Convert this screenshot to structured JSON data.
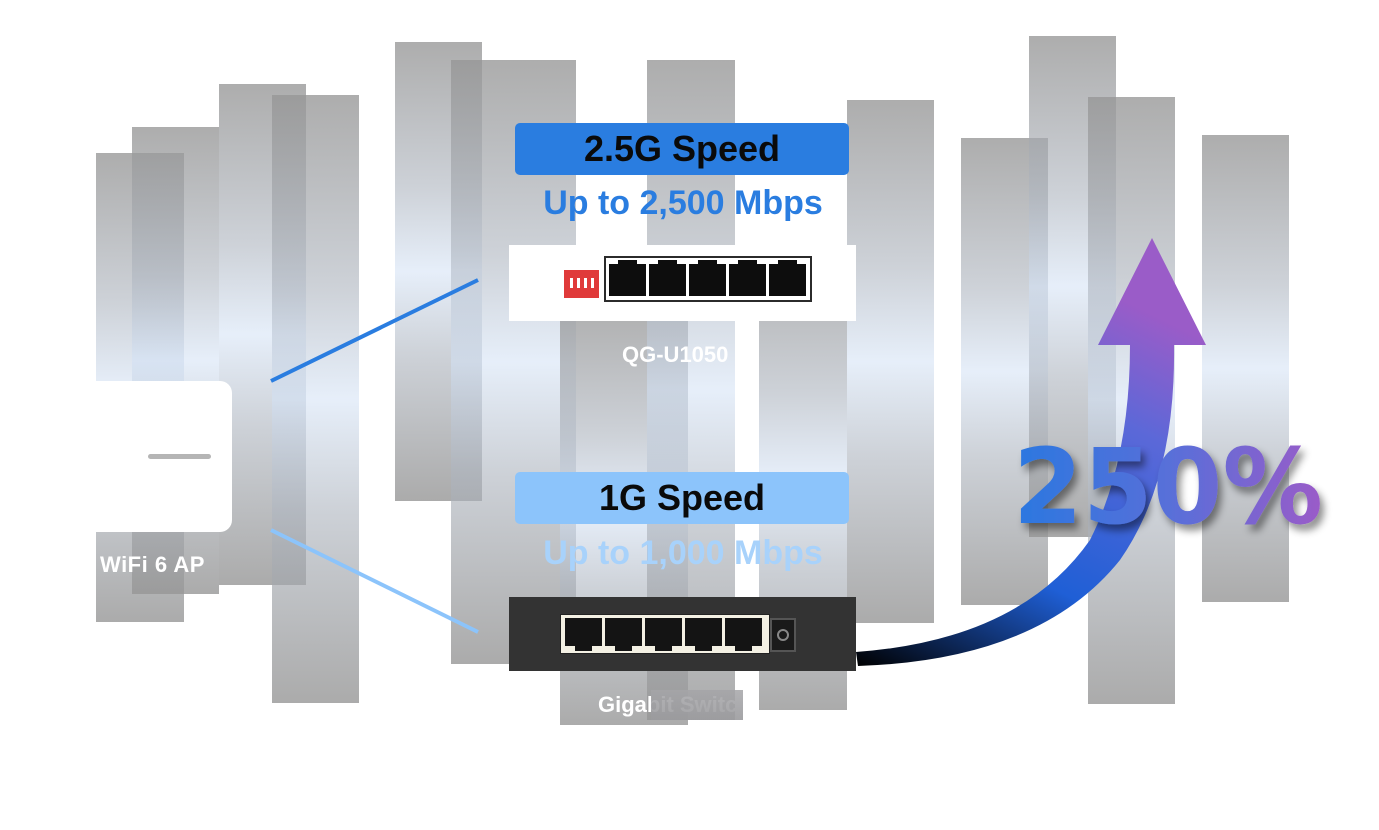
{
  "ap": {
    "label": "WiFi 6 AP"
  },
  "top_switch": {
    "speed_badge": "2.5G Speed",
    "speed_detail": "Up to 2,500 Mbps",
    "model": "QG-U1050",
    "port_count": 5,
    "badge_color": "#2a7de0"
  },
  "bottom_switch": {
    "speed_badge": "1G Speed",
    "speed_detail": "Up to 1,000 Mbps",
    "model": "Gigabit Switch",
    "port_count": 5,
    "badge_color": "#8cc4fb"
  },
  "increase": {
    "value": "250%"
  }
}
